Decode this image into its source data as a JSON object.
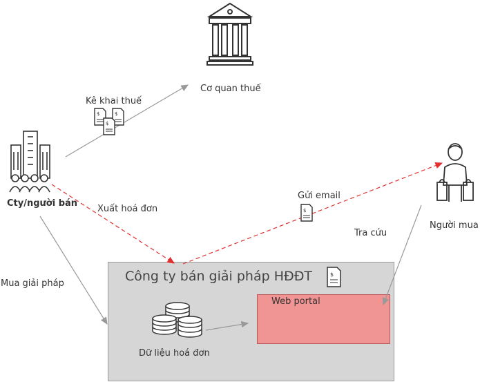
{
  "nodes": {
    "tax_office": "Cơ quan thuế",
    "seller": "Cty/người bán",
    "buyer": "Người mua",
    "solution_company": "Công ty bán giải pháp HĐĐT",
    "web_portal": "Web portal",
    "invoice_data": "Dữ liệu hoá đơn"
  },
  "edges": {
    "tax_declaration": "Kê khai thuế",
    "issue_invoice": "Xuất hoá đơn",
    "send_email": "Gửi email",
    "lookup": "Tra cứu",
    "buy_solution": "Mua giải pháp"
  },
  "icons": {
    "tax_office": "bank-building-icon",
    "seller": "company-people-icon",
    "buyer": "shopper-icon",
    "documents": "invoice-document-icon",
    "database": "database-icon"
  },
  "colors": {
    "solution_box": "#d6d6d6",
    "portal_box": "#f09494",
    "dashed_arrow": "#e03030",
    "solid_arrow": "#999999"
  }
}
